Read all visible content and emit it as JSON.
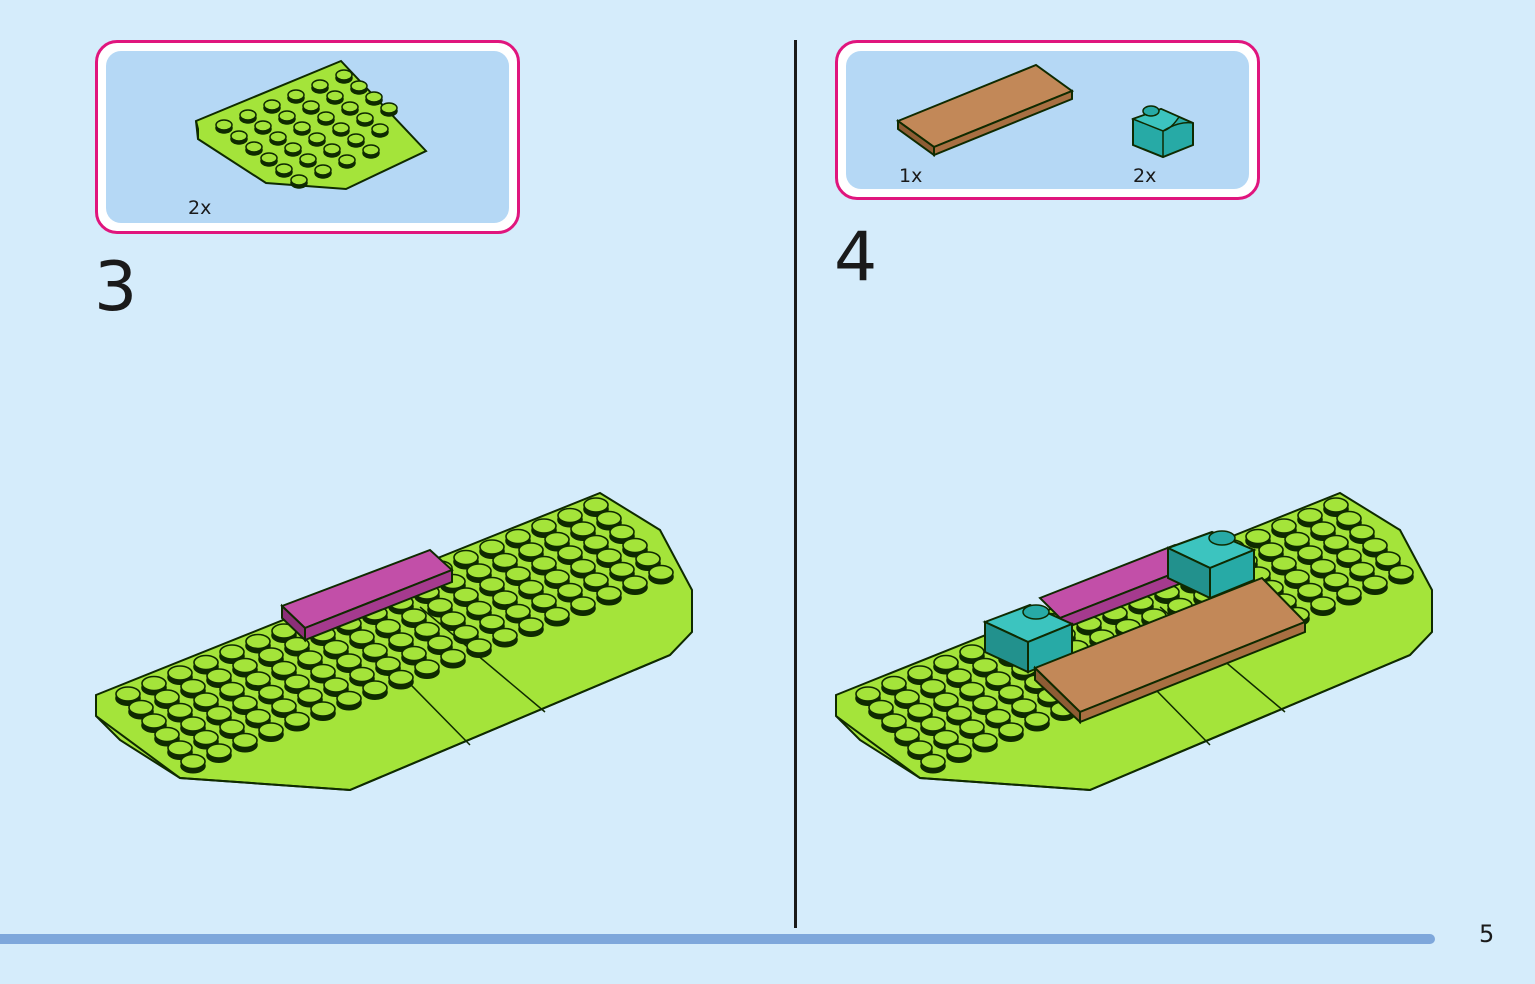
{
  "steps": [
    {
      "number": "3",
      "parts": [
        {
          "qty": "2x",
          "icon": "green-round-corner-plate-icon"
        }
      ]
    },
    {
      "number": "4",
      "parts": [
        {
          "qty": "1x",
          "icon": "brown-tile-icon"
        },
        {
          "qty": "2x",
          "icon": "teal-curved-slope-brick-icon"
        }
      ]
    }
  ],
  "page_number": "5",
  "colors": {
    "background": "#d5ecfb",
    "parts_border": "#e0157d",
    "parts_fill": "#b5d8f5",
    "plate_green": "#a4e43a",
    "stud_dark": "#0f2a00",
    "tile_magenta": "#a53a8e",
    "tile_brown": "#c28858",
    "brick_teal": "#27aaa6",
    "footer_bar": "#7ea7db"
  }
}
